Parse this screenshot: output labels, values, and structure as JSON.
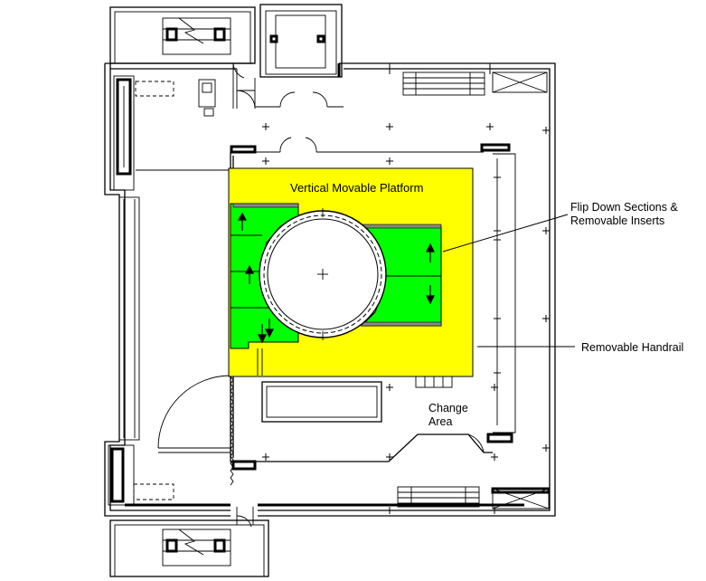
{
  "labels": {
    "platform": "Vertical Movable Platform",
    "flip_line1": "Flip Down Sections &",
    "flip_line2": "Removable Inserts",
    "handrail": "Removable Handrail",
    "change_line1": "Change",
    "change_line2": "Area"
  },
  "colors": {
    "platform": "#ffff00",
    "flip_sections": "#00ff00",
    "lines": "#000000",
    "background": "#ffffff"
  }
}
